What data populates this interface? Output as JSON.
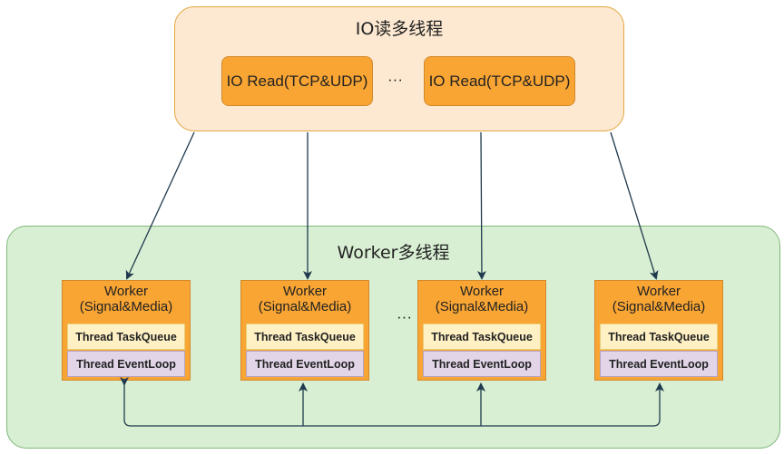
{
  "io_group": {
    "title": "IO读多线程",
    "readers": [
      {
        "label": "IO Read(TCP&UDP)"
      },
      {
        "label": "IO Read(TCP&UDP)"
      }
    ],
    "ellipsis": "···"
  },
  "worker_group": {
    "title": "Worker多线程",
    "ellipsis": "···",
    "workers": [
      {
        "label_line1": "Worker",
        "label_line2": "(Signal&Media)",
        "task_queue": "Thread TaskQueue",
        "event_loop": "Thread EventLoop"
      },
      {
        "label_line1": "Worker",
        "label_line2": "(Signal&Media)",
        "task_queue": "Thread TaskQueue",
        "event_loop": "Thread EventLoop"
      },
      {
        "label_line1": "Worker",
        "label_line2": "(Signal&Media)",
        "task_queue": "Thread TaskQueue",
        "event_loop": "Thread EventLoop"
      },
      {
        "label_line1": "Worker",
        "label_line2": "(Signal&Media)",
        "task_queue": "Thread TaskQueue",
        "event_loop": "Thread EventLoop"
      }
    ]
  },
  "colors": {
    "io_group_fill": "#fde9d1",
    "worker_group_fill": "#d9efd3",
    "node_fill": "#f9a533",
    "task_queue_fill": "#fff1c4",
    "event_loop_fill": "#e1d5e7",
    "edge": "#1f3a4d"
  }
}
